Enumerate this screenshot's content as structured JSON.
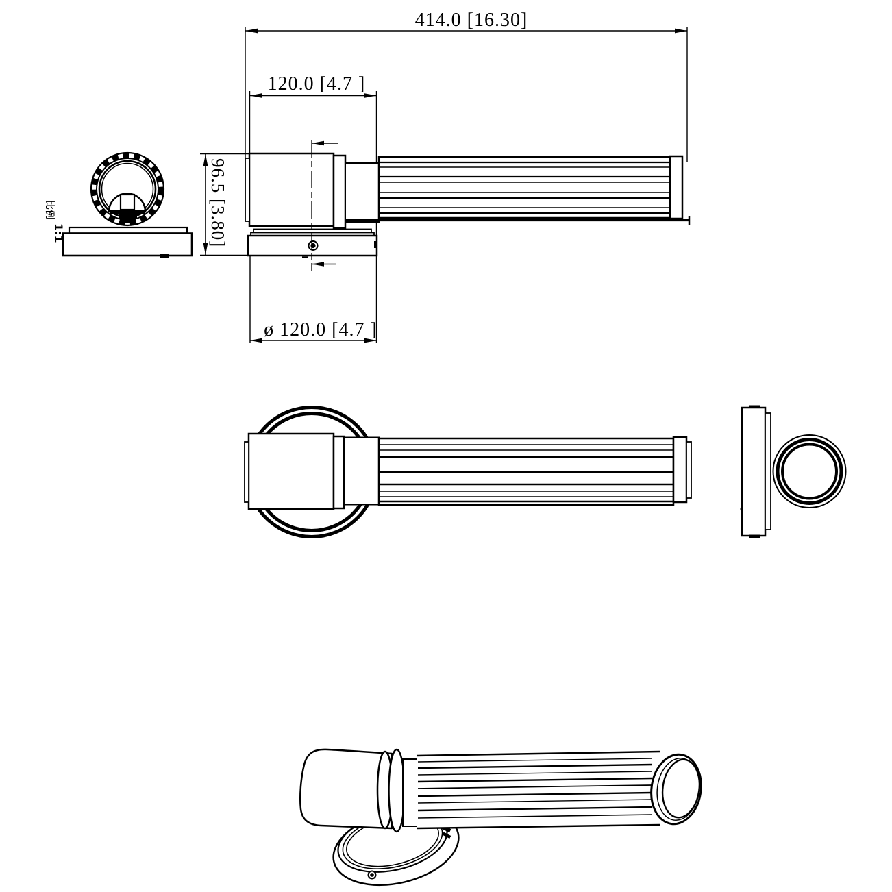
{
  "colors": {
    "line": "#000000",
    "background": "#ffffff"
  },
  "dimensions": {
    "overall_length": "414.0 [16.30]",
    "body_width": "120.0 [4.7 ]",
    "height": "96.5 [3.80]",
    "base_diameter": "ø 120.0 [4.7 ]"
  },
  "scale": {
    "label": "比例",
    "value": "1:1"
  }
}
